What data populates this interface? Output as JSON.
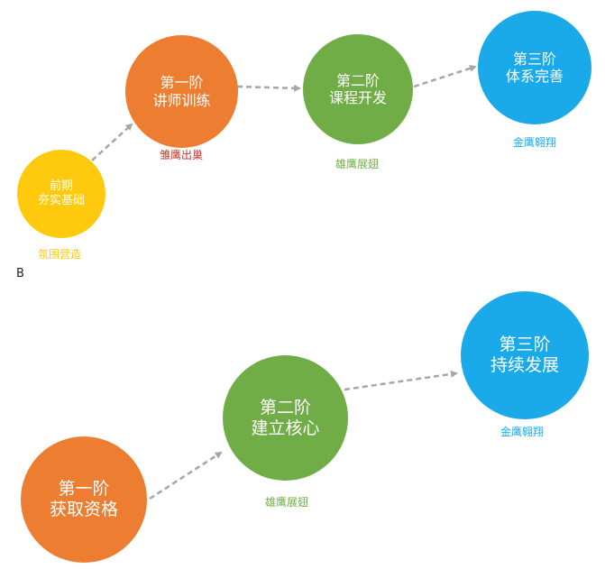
{
  "colors": {
    "yellow": "#ffc90e",
    "orange": "#ed7d31",
    "green": "#70ad47",
    "blue": "#1aaaea",
    "arrow": "#a6a6a6"
  },
  "diagram_a": {
    "nodes": [
      {
        "line1": "前期",
        "line2": "夯实基础",
        "caption": "氛围营造",
        "caption_color": "#ffc90e"
      },
      {
        "line1": "第一阶",
        "line2": "讲师训练",
        "caption": "雏鹰出巢",
        "caption_color": "#c0392b"
      },
      {
        "line1": "第二阶",
        "line2": "课程开发",
        "caption": "雄鹰展翅",
        "caption_color": "#70ad47"
      },
      {
        "line1": "第三阶",
        "line2": "体系完善",
        "caption": "金鹰翱翔",
        "caption_color": "#1aaaea"
      }
    ]
  },
  "section_b_label": "B",
  "diagram_b": {
    "nodes": [
      {
        "line1": "第一阶",
        "line2": "获取资格"
      },
      {
        "line1": "第二阶",
        "line2": "建立核心",
        "caption": "雄鹰展翅",
        "caption_color": "#70ad47"
      },
      {
        "line1": "第三阶",
        "line2": "持续发展",
        "caption": "金鹰翱翔",
        "caption_color": "#1aaaea"
      }
    ]
  }
}
